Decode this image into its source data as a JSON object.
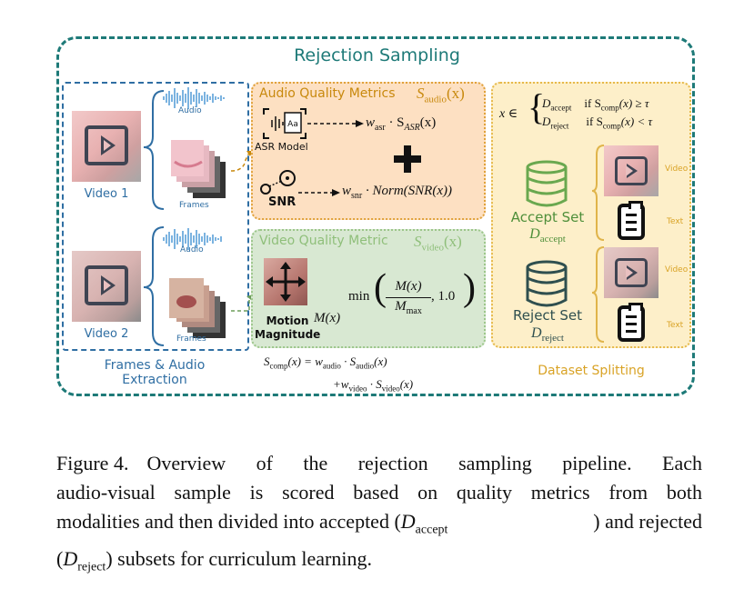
{
  "diagram": {
    "title": "Rejection Sampling",
    "left": {
      "video1_label": "Video 1",
      "video2_label": "Video 2",
      "audio_label_1": "Audio",
      "frames_label_1": "Frames",
      "audio_label_2": "Audio",
      "frames_label_2": "Frames",
      "caption_line1": "Frames & Audio",
      "caption_line2": "Extraction"
    },
    "audio": {
      "title": "Audio Quality Metrics",
      "symbol": "S",
      "symbol_sub": "audio",
      "symbol_arg": "(x)",
      "asr_icon_text": "Aa",
      "asr_label": "ASR Model",
      "asr_term_w": "w",
      "asr_term_wsub": "asr",
      "asr_term_rest": " · S",
      "asr_term_ssub": "ASR",
      "asr_term_arg": "(x)",
      "snr_label": "SNR",
      "snr_term_w": "w",
      "snr_term_wsub": "snr",
      "snr_term_rest": " · Norm(SNR(x))"
    },
    "video": {
      "title": "Video Quality Metric",
      "symbol": "S",
      "symbol_sub": "video",
      "symbol_arg": "(x)",
      "motion_label_1": "Motion",
      "motion_label_2": "Magnitude",
      "mx": "M(x)",
      "min_word": "min",
      "frac_num": "M(x)",
      "frac_den_main": "M",
      "frac_den_sub": "max",
      "frac_tail": ", 1.0"
    },
    "composite": {
      "line1_lhs": "S",
      "line1_lhs_sub": "comp",
      "line1_mid": "(x) = w",
      "line1_wsub": "audio",
      "line1_s": " · S",
      "line1_ssub": "audio",
      "line1_end": "(x)",
      "line2_start": "+w",
      "line2_wsub": "video",
      "line2_s": " · S",
      "line2_ssub": "video",
      "line2_end": "(x)"
    },
    "split": {
      "x_in": "x ∈",
      "case1_set": "D",
      "case1_sub": "accept",
      "case1_cond": "if S",
      "case1_cond_sub": "comp",
      "case1_cond_end": "(x) ≥ τ",
      "case2_set": "D",
      "case2_sub": "reject",
      "case2_cond": "if S",
      "case2_cond_sub": "comp",
      "case2_cond_end": "(x) < τ",
      "accept_label": "Accept Set",
      "accept_sym": "D",
      "accept_sub": "accept",
      "reject_label": "Reject Set",
      "reject_sym": "D",
      "reject_sub": "reject",
      "video_tag_1": "Video",
      "text_tag_1": "Text",
      "video_tag_2": "Video",
      "text_tag_2": "Text",
      "caption": "Dataset Splitting"
    }
  },
  "caption": {
    "line1_prefix": "Figure 4.",
    "line1_text": "Overview of the rejection sampling pipeline. Each",
    "line2": "audio-visual sample is scored based on quality metrics from both",
    "line3_a": "modalities and then divided into accepted (",
    "line3_sym": "D",
    "line3_sub": "accept",
    "line3_b": ") and rejected",
    "line4_a": "(",
    "line4_sym": "D",
    "line4_sub": "reject",
    "line4_b": ") subsets for curriculum learning."
  },
  "colors": {
    "teal": "#1e7a78",
    "blue": "#2f6ea3",
    "audio_panel": "#fde0c2",
    "video_panel": "#d8e8d2",
    "split_panel": "#fdefc9",
    "accept_green": "#6aa84f",
    "reject_dark": "#2f4f4f"
  },
  "icons": [
    "play-icon",
    "waveform-icon",
    "asr-icon",
    "snr-icon",
    "plus-icon",
    "motion-arrows-icon",
    "database-icon",
    "text-document-icon"
  ]
}
